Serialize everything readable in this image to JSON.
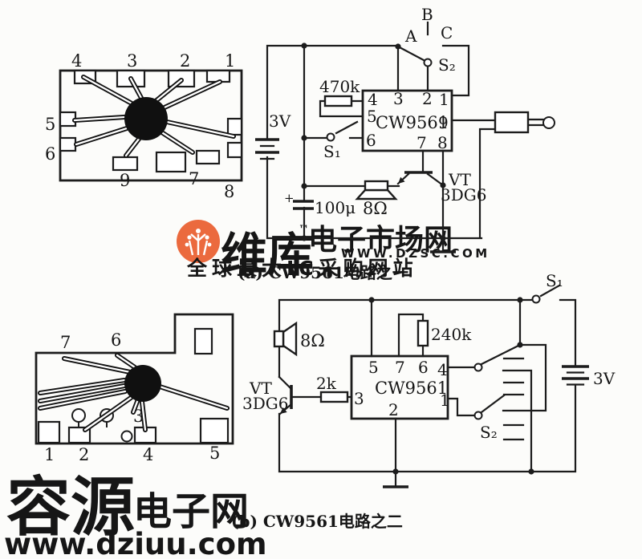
{
  "captions": {
    "a": "(a) CW9561电路之一",
    "b": "(b) CW9561电路之二"
  },
  "pkg_a": {
    "p1": "1",
    "p2": "2",
    "p3": "3",
    "p4": "4",
    "p5": "5",
    "p6": "6",
    "p7": "7",
    "p8": "8",
    "p9": "9"
  },
  "pkg_b": {
    "p1": "1",
    "p2": "2",
    "p3": "3",
    "p4": "4",
    "p5": "5",
    "p6": "6",
    "p7": "7"
  },
  "cir_a": {
    "ic": "CW9561",
    "battery": "3V",
    "res": "470k",
    "cap_value": "100μ",
    "cap_plus": "+",
    "spk": "8Ω",
    "vt": "VT",
    "vt_model": "3DG6",
    "s1": "S₁",
    "s2": "S₂",
    "sel_a": "A",
    "sel_b": "B",
    "sel_c": "C",
    "pins": {
      "p1": "1",
      "p2": "2",
      "p3": "3",
      "p4": "4",
      "p5": "5",
      "p6": "6",
      "p7": "7",
      "p8": "8",
      "p9": "9"
    }
  },
  "cir_b": {
    "ic": "CW9561",
    "battery": "3V",
    "res1": "240k",
    "res2": "2k",
    "spk": "8Ω",
    "vt": "VT",
    "vt_model": "3DG6",
    "s1": "S₁",
    "s2": "S₂",
    "pins": {
      "p1": "1",
      "p2": "2",
      "p3": "3",
      "p4": "4",
      "p5": "5",
      "p6": "6",
      "p7": "7"
    }
  },
  "wm_dzsc": {
    "brand": "维库",
    "tm": "™",
    "suffix": "电子市场网",
    "url": "WWW.DZSC.COM",
    "slogan": "全球最大IC采购网站",
    "c_main": "#eb6a3e",
    "c_url": "#ee8155",
    "c_slogan": "#f2a282"
  },
  "wm_dziuu": {
    "name": "容源",
    "suffix": "电子网",
    "url": "www.dziuu.com",
    "c_gray": "#dcdcdc",
    "c_red": "#f6b5a0",
    "c_url": "#cfcfcf"
  }
}
